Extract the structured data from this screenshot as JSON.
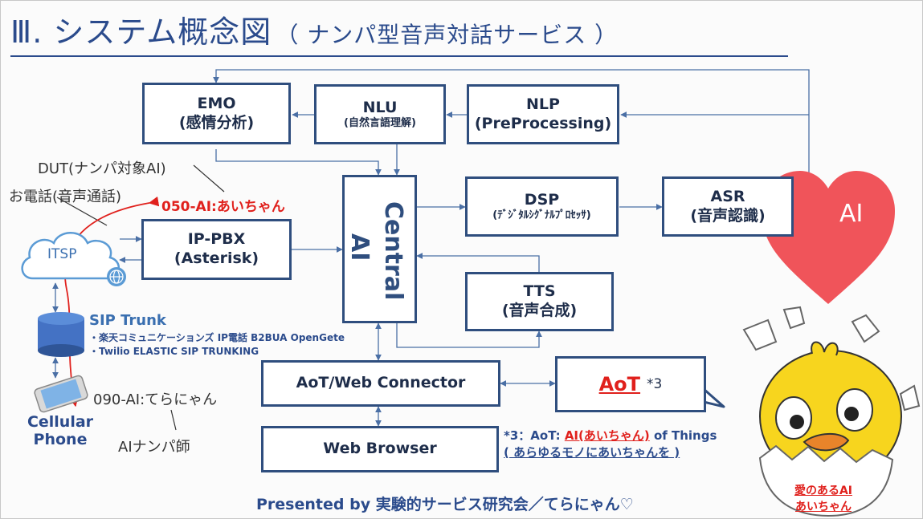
{
  "slide": {
    "title_main": "Ⅲ. システム概念図",
    "title_sub": "（ ナンパ型音声対話サービス ）"
  },
  "boxes": {
    "emo": {
      "line1": "EMO",
      "line2": "(感情分析)"
    },
    "nlu": {
      "line1": "NLU",
      "line2": "(自然言語理解)"
    },
    "nlp": {
      "line1": "NLP",
      "line2": "(PreProcessing)"
    },
    "dsp": {
      "line1": "DSP",
      "line2": "(ﾃﾞｼﾞﾀﾙｼｸﾞﾅﾙﾌﾟﾛｾｯｻ)"
    },
    "asr": {
      "line1": "ASR",
      "line2": "(音声認識)"
    },
    "ippbx": {
      "line1": "IP-PBX",
      "line2": "(Asterisk)"
    },
    "central": {
      "line1": "Central",
      "line2": "AI"
    },
    "tts": {
      "line1": "TTS",
      "line2": "(音声合成)"
    },
    "aot_connector": {
      "label": "AoT/Web Connector"
    },
    "web_browser": {
      "label": "Web Browser"
    },
    "aot": {
      "label": "AoT",
      "note": "*3"
    }
  },
  "labels": {
    "dut": "DUT(ナンパ対象AI)",
    "phone_call": "お電話(音声通話)",
    "ai_number": "050-AI:あいちゃん",
    "itsp": "ITSP",
    "sip_trunk": "SIP Trunk",
    "sip_items": [
      "・楽天コミュニケーションズ IP電話 B2BUA OpenGete",
      "・Twilio ELASTIC SIP TRUNKING"
    ],
    "phone_number": "090-AI:てらにゃん",
    "cellular_line1": "Cellular",
    "cellular_line2": "Phone",
    "ai_nanpa": "AIナンパ師",
    "heart_text": "AI",
    "footnote_prefix": "*3：AoT: ",
    "footnote_ai": "AI(あいちゃん)",
    "footnote_suffix": " of Things",
    "footnote_line2": "( あらゆるモノにあいちゃんを )",
    "chick_line1": "愛のあるAI",
    "chick_line2": "あいちゃん"
  },
  "footer": {
    "text": "Presented by 実験的サービス研究会／てらにゃん♡"
  },
  "colors": {
    "box_border": "#2f4e7e",
    "title": "#2b4b8c",
    "accent_red": "#e0201c",
    "heart": "#f0545a",
    "chick": "#f7d51e"
  }
}
